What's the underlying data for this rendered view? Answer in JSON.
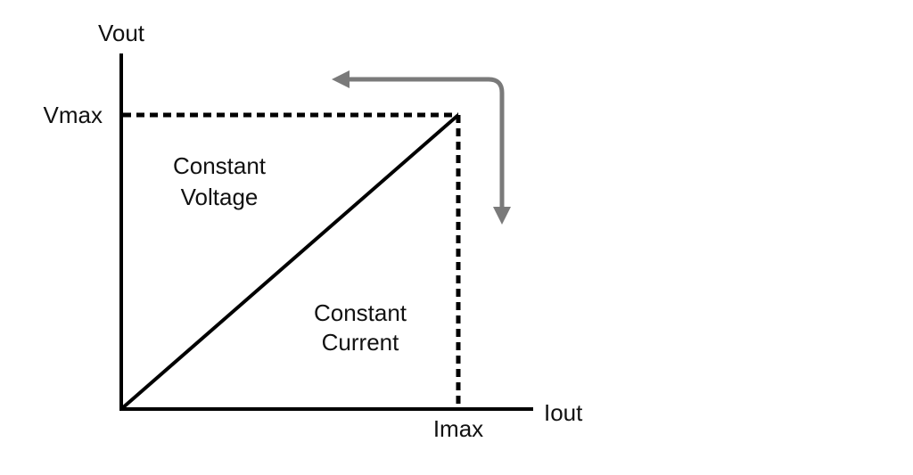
{
  "labels": {
    "y_axis": "Vout",
    "x_axis": "Iout",
    "y_max": "Vmax",
    "x_max": "Imax",
    "region_cv_line1": "Constant",
    "region_cv_line2": "Voltage",
    "region_cc_line1": "Constant",
    "region_cc_line2": "Current"
  },
  "colors": {
    "lines": "#000000",
    "arrow": "#7a7a7a",
    "text": "#111111"
  }
}
